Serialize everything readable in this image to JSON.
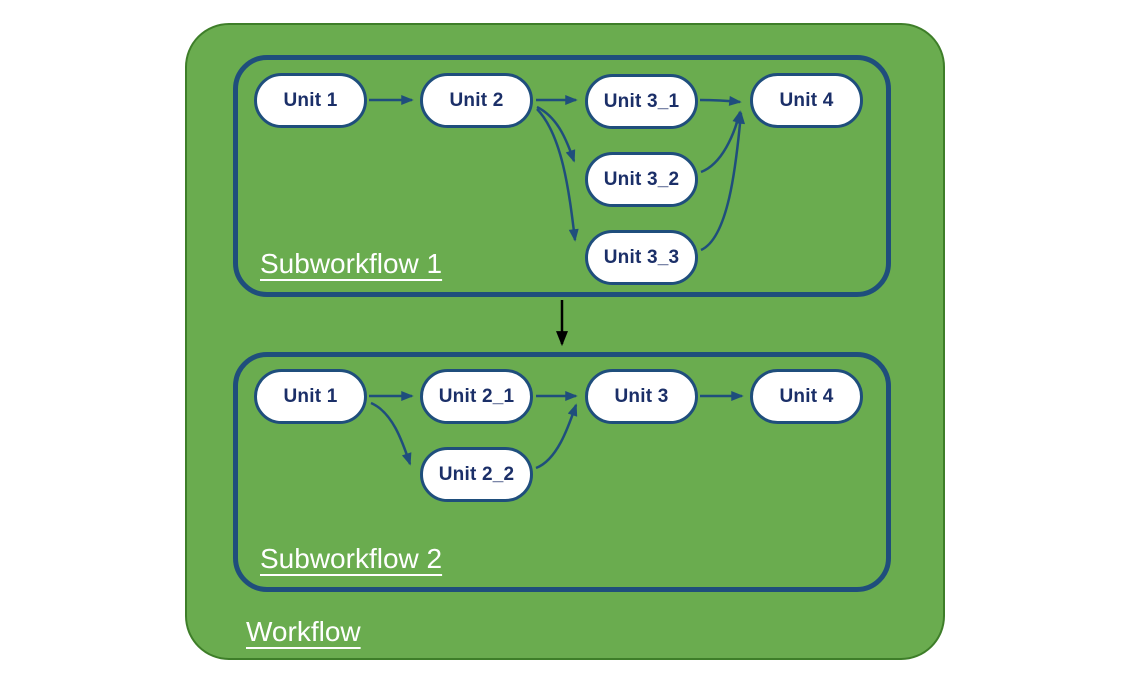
{
  "diagram": {
    "workflow": {
      "label": "Workflow",
      "subworkflows": [
        {
          "label": "Subworkflow 1",
          "nodes": [
            {
              "id": "unit1",
              "label": "Unit 1"
            },
            {
              "id": "unit2",
              "label": "Unit 2"
            },
            {
              "id": "unit3_1",
              "label": "Unit 3_1"
            },
            {
              "id": "unit3_2",
              "label": "Unit 3_2"
            },
            {
              "id": "unit3_3",
              "label": "Unit 3_3"
            },
            {
              "id": "unit4",
              "label": "Unit 4"
            }
          ],
          "edges": [
            {
              "from": "Unit 1",
              "to": "Unit 2"
            },
            {
              "from": "Unit 2",
              "to": "Unit 3_1"
            },
            {
              "from": "Unit 2",
              "to": "Unit 3_2"
            },
            {
              "from": "Unit 2",
              "to": "Unit 3_3"
            },
            {
              "from": "Unit 3_1",
              "to": "Unit 4"
            },
            {
              "from": "Unit 3_2",
              "to": "Unit 4"
            },
            {
              "from": "Unit 3_3",
              "to": "Unit 4"
            }
          ]
        },
        {
          "label": "Subworkflow 2",
          "nodes": [
            {
              "id": "unit1",
              "label": "Unit 1"
            },
            {
              "id": "unit2_1",
              "label": "Unit 2_1"
            },
            {
              "id": "unit2_2",
              "label": "Unit 2_2"
            },
            {
              "id": "unit3",
              "label": "Unit 3"
            },
            {
              "id": "unit4",
              "label": "Unit 4"
            }
          ],
          "edges": [
            {
              "from": "Unit 1",
              "to": "Unit 2_1"
            },
            {
              "from": "Unit 1",
              "to": "Unit 2_2"
            },
            {
              "from": "Unit 2_1",
              "to": "Unit 3"
            },
            {
              "from": "Unit 2_2",
              "to": "Unit 3"
            },
            {
              "from": "Unit 3",
              "to": "Unit 4"
            }
          ]
        }
      ],
      "connector": {
        "from": "Subworkflow 1",
        "to": "Subworkflow 2"
      }
    },
    "colors": {
      "page_background": "#ffffff",
      "workflow_fill": "#6aac4f",
      "workflow_border": "#3e7e29",
      "subworkflow_border": "#1f4e7c",
      "node_fill": "#ffffff",
      "node_border": "#1f4e7c",
      "node_text": "#1b2f68",
      "label_text": "#ffffff",
      "edge_color": "#1f4e7c",
      "connector_color": "#000000"
    }
  }
}
